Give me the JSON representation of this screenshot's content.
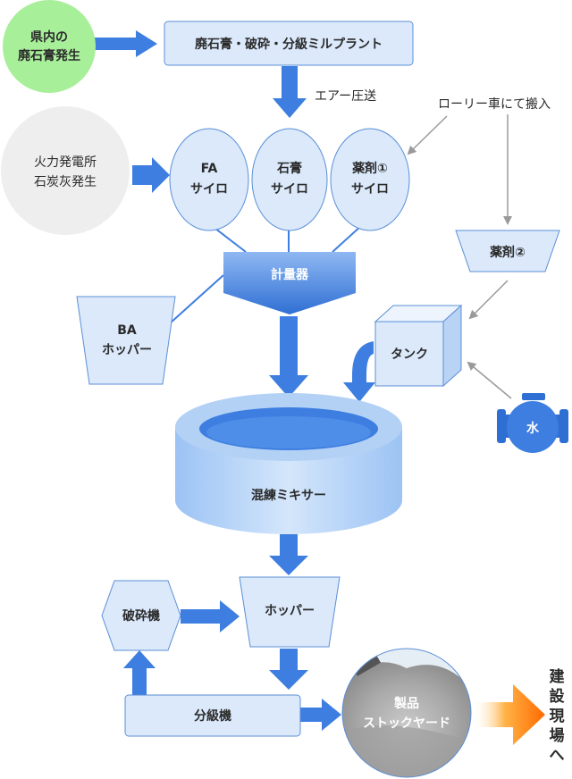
{
  "colors": {
    "box_fill": "#dbe9fb",
    "box_stroke": "#5b8fd6",
    "arrow_blue": "#3d7ee0",
    "gray_arrow": "#9a9a9a",
    "green_circle": "#a8ef9a",
    "gray_circle": "#eeeeee",
    "orange_arrow": "#ff7b00"
  },
  "nodes": {
    "source_gypsum": {
      "line1": "県内の",
      "line2": "廃石膏発生"
    },
    "plant": "廃石膏・破砕・分級ミルプラント",
    "air_label": "エアー圧送",
    "source_coal": {
      "line1": "火力発電所",
      "line2": "石炭灰発生"
    },
    "silo_fa": {
      "line1": "FA",
      "line2": "サイロ"
    },
    "silo_gypsum": {
      "line1": "石膏",
      "line2": "サイロ"
    },
    "silo_chem": {
      "line1": "薬剤①",
      "line2": "サイロ"
    },
    "lorry": "ローリー車にて搬入",
    "chemical2": "薬剤②",
    "meter": "計量器",
    "ba_hopper": {
      "line1": "BA",
      "line2": "ホッパー"
    },
    "tank": "タンク",
    "water": "水",
    "mixer": "混練ミキサー",
    "crusher": "破砕機",
    "hopper": "ホッパー",
    "classifier": "分級機",
    "stockyard": {
      "line1": "製品",
      "line2": "ストックヤード"
    },
    "destination": [
      "建",
      "設",
      "現",
      "場",
      "へ"
    ]
  }
}
